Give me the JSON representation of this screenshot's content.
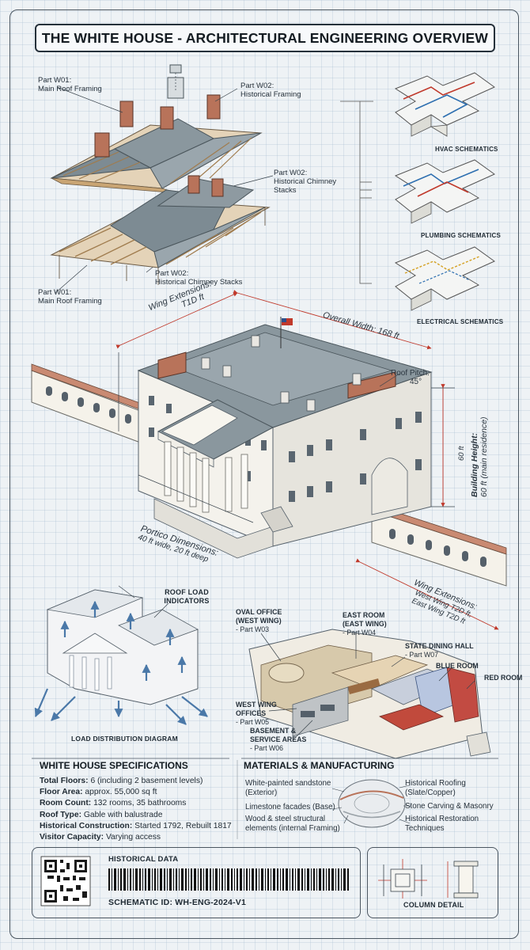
{
  "title": "THE WHITE HOUSE - ARCHITECTURAL ENGINEERING OVERVIEW",
  "roof_exploded": {
    "part_w01_top": {
      "id": "Part W01:",
      "desc": "Main Roof Framing"
    },
    "part_w02_top": {
      "id": "Part W02:",
      "desc": "Historical Framing"
    },
    "part_w02_mid": {
      "id": "Part W02:",
      "desc": "Historical Chimney Stacks"
    },
    "part_w02_low": {
      "id": "Part W02:",
      "desc": "Historical Chimney Stacks"
    },
    "part_w01_low": {
      "id": "Part W01:",
      "desc": "Main Roof Framing"
    }
  },
  "schematics": {
    "hvac": "HVAC SCHEMATICS",
    "plumbing": "PLUMBING SCHEMATICS",
    "electrical": "ELECTRICAL SCHEMATICS"
  },
  "dimensions": {
    "wing_ext_top": {
      "label": "Wing Extensions:",
      "value": "T1D ft"
    },
    "overall_width": "Overall Width: 168 ft",
    "roof_pitch": {
      "label": "Roof Pitch:",
      "value": "45°"
    },
    "building_height": {
      "label": "Building Height:",
      "value": "60 ft (main residence)",
      "side": "60 ft"
    },
    "portico": {
      "label": "Portico Dimensions:",
      "value": "40 ft wide, 20 ft deep"
    },
    "wing_ext_bottom": {
      "label": "Wing Extensions:",
      "value1": "West Wing T2D ft,",
      "value2": "East Wing T2D ft"
    }
  },
  "load": {
    "roof_indicators": "ROOF LOAD INDICATORS",
    "diagram_caption": "LOAD DISTRIBUTION DIAGRAM"
  },
  "rooms": {
    "oval_office": {
      "name": "OVAL OFFICE (WEST WING)",
      "part": "- Part W03"
    },
    "east_room": {
      "name": "EAST ROOM (EAST WING)",
      "part": "- Part W04"
    },
    "state_dining": {
      "name": "STATE DINING HALL",
      "part": "- Part W07"
    },
    "blue_room": {
      "name": "BLUE ROOM"
    },
    "red_room": {
      "name": "RED ROOM"
    },
    "west_wing_offices": {
      "name": "WEST WING OFFICES",
      "part": "- Part W05"
    },
    "basement": {
      "name": "BASEMENT & SERVICE AREAS",
      "part": "- Part W06"
    }
  },
  "specifications": {
    "heading": "WHITE HOUSE SPECIFICATIONS",
    "items": [
      {
        "key": "Total Floors:",
        "value": "6 (including 2 basement levels)"
      },
      {
        "key": "Floor Area:",
        "value": "approx. 55,000 sq ft"
      },
      {
        "key": "Room Count:",
        "value": "132 rooms, 35 bathrooms"
      },
      {
        "key": "Roof Type:",
        "value": "Gable with balustrade"
      },
      {
        "key": "Historical Construction:",
        "value": "Started 1792, Rebuilt 1817"
      },
      {
        "key": "Visitor Capacity:",
        "value": "Varying access"
      }
    ]
  },
  "materials": {
    "heading": "MATERIALS & MANUFACTURING",
    "left": [
      "White-painted sandstone (Exterior)",
      "Limestone facades (Base)",
      "Wood & steel structural elements (internal Framing)"
    ],
    "right": [
      "Historical Roofing (Slate/Copper)",
      "Stone Carving & Masonry",
      "Historical Restoration Techniques"
    ]
  },
  "footer": {
    "historical_data": "HISTORICAL DATA",
    "schematic_id": "SCHEMATIC ID: WH-ENG-2024-V1",
    "column_detail": "COLUMN DETAIL"
  },
  "colors": {
    "roof_slate": "#7d8b93",
    "roof_copper": "#b8735a",
    "truss_wood": "#c9a574",
    "stone_white": "#f2f0ea",
    "dimension_red": "#c0392b",
    "arrow_blue": "#4a78a8"
  }
}
